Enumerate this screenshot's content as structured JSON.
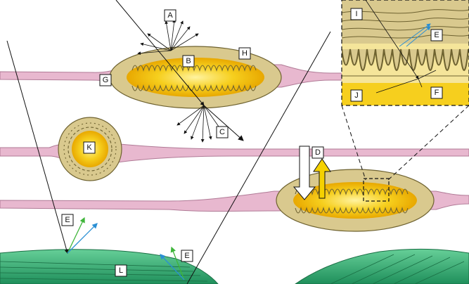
{
  "labels": {
    "A": "A",
    "B": "B",
    "C": "C",
    "D": "D",
    "E": "E",
    "F": "F",
    "G": "G",
    "H": "H",
    "I": "I",
    "J": "J",
    "K": "K",
    "L": "L"
  },
  "colors": {
    "fiber": "#e8b8cf",
    "sheath": "#d9c98e",
    "core": "#f2c200",
    "green_arrow": "#3fb53a",
    "blue_arrow": "#2a8fd4",
    "yellow_arrow": "#f5d100",
    "ground": "#2aa86e"
  }
}
